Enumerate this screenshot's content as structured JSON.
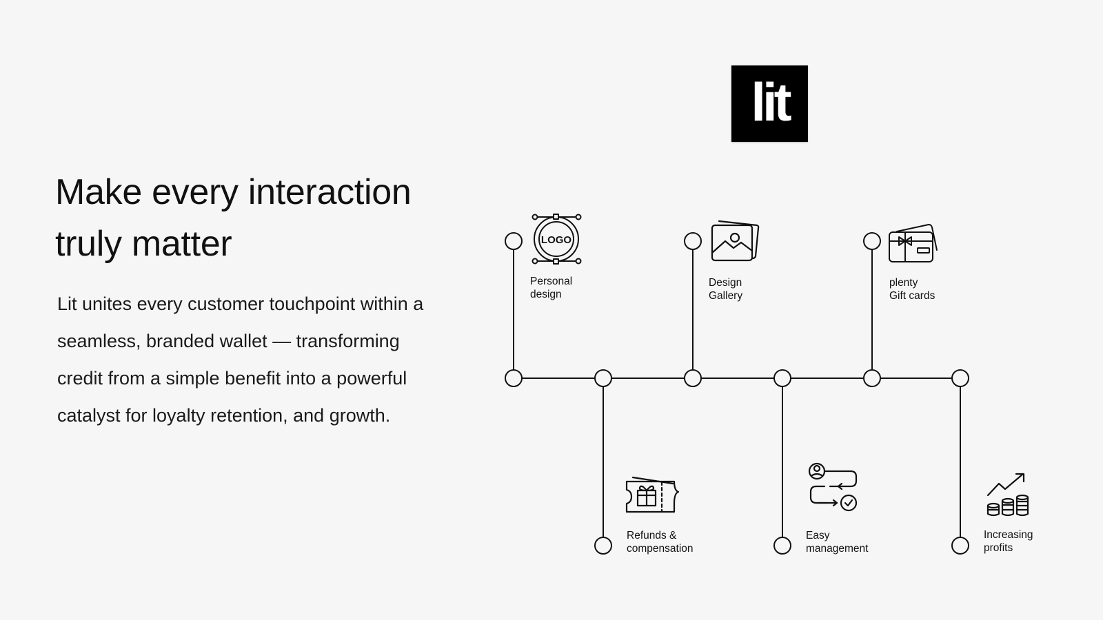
{
  "hero": {
    "headline": [
      "Make every interaction",
      "truly matter"
    ],
    "body": "Lit unites every customer touchpoint within a seamless, branded wallet — transforming credit from a simple benefit into a powerful catalyst for loyalty retention, and growth."
  },
  "brand": {
    "logo_text": "lit",
    "logo_bg": "#000000",
    "logo_fg": "#ffffff"
  },
  "features": [
    {
      "id": "personal-design",
      "lines": [
        "Personal",
        "design"
      ],
      "icon": "logo-design-icon",
      "icon_text": "LOGO",
      "position": "top"
    },
    {
      "id": "refunds",
      "lines": [
        "Refunds &",
        "compensation"
      ],
      "icon": "gift-voucher-icon",
      "position": "bottom"
    },
    {
      "id": "design-gallery",
      "lines": [
        "Design",
        "Gallery"
      ],
      "icon": "image-gallery-icon",
      "position": "top"
    },
    {
      "id": "easy-management",
      "lines": [
        "Easy",
        "management"
      ],
      "icon": "workflow-icon",
      "position": "bottom"
    },
    {
      "id": "gift-cards",
      "lines": [
        "plenty",
        "Gift cards"
      ],
      "icon": "gift-card-icon",
      "position": "top"
    },
    {
      "id": "increasing-profits",
      "lines": [
        "Increasing",
        "profits"
      ],
      "icon": "profit-growth-icon",
      "position": "bottom"
    }
  ],
  "colors": {
    "background": "#f6f6f6",
    "line": "#111111"
  }
}
